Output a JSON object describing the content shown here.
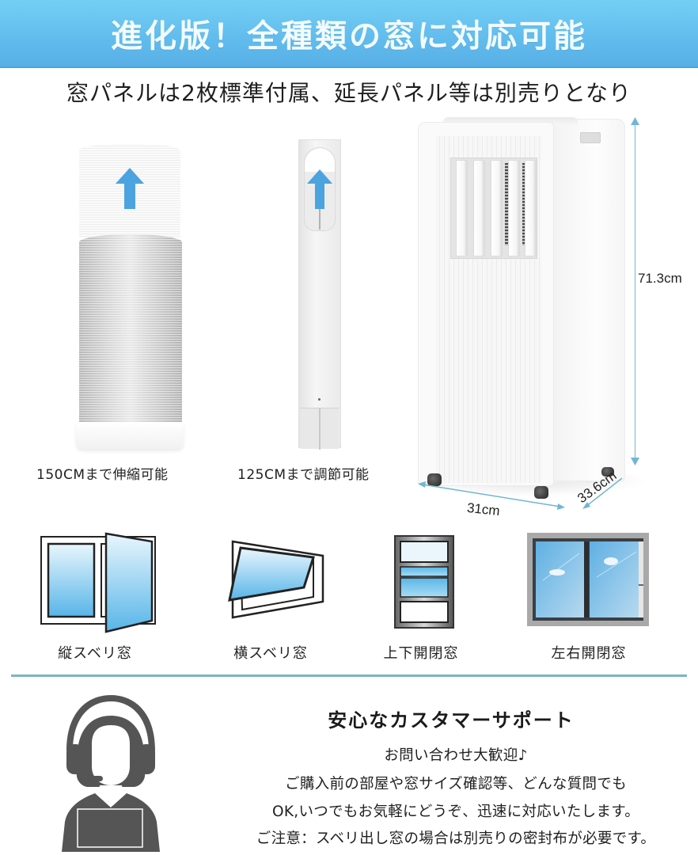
{
  "banner": {
    "title": "進化版！全種類の窓に対応可能",
    "gradient_top": "#74cff5",
    "gradient_bottom": "#58afe6"
  },
  "subtitle": "窓パネルは2枚標準付属、延長パネル等は別売りとなり",
  "accessories": [
    {
      "name": "exhaust-hose",
      "label": "150CMまで伸縮可能",
      "icon": "arrow-up-icon"
    },
    {
      "name": "window-panel",
      "label": "125CMまで調節可能",
      "icon": "arrow-up-icon"
    }
  ],
  "unit_dimensions": {
    "height": "71.3cm",
    "width": "31cm",
    "depth": "33.6cm",
    "line_color": "#6fb6d6"
  },
  "window_types": [
    {
      "label": "縦スベリ窓",
      "icon": "casement-window-icon"
    },
    {
      "label": "横スベリ窓",
      "icon": "awning-window-icon"
    },
    {
      "label": "上下開閉窓",
      "icon": "double-hung-window-icon"
    },
    {
      "label": "左右開閉窓",
      "icon": "sliding-window-icon"
    }
  ],
  "support": {
    "icon": "support-agent-icon",
    "title": "安心なカスタマーサポート",
    "lines": [
      "お問い合わせ大歓迎♪",
      "ご購入前の部屋や窓サイズ確認等、どんな質問でも",
      "OK,いつでもお気軽にどうぞ、迅速に対応いたします。",
      "ご注意：スベリ出し窓の場合は別売りの密封布が必要です。"
    ]
  },
  "colors": {
    "accent_blue": "#4ba3e0",
    "divider": "#7ab6bf",
    "icon_gray": "#555555"
  }
}
